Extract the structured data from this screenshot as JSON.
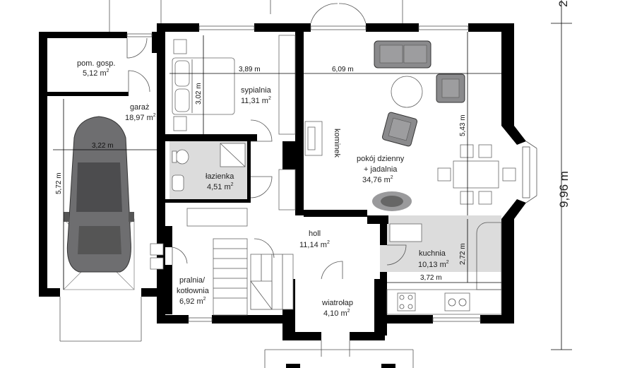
{
  "rooms": {
    "pom_gosp": {
      "name": "pom. gosp.",
      "area_num": "5,12 m",
      "area_sup": "2"
    },
    "garaz": {
      "name": "garaż",
      "area_num": "18,97 m",
      "area_sup": "2"
    },
    "sypialnia": {
      "name": "sypialnia",
      "area_num": "11,31 m",
      "area_sup": "2"
    },
    "lazienka": {
      "name": "łazienka",
      "area_num": "4,51 m",
      "area_sup": "2"
    },
    "pokoj": {
      "name1": "pokój dzienny",
      "name2": "+ jadalnia",
      "area_num": "34,76 m",
      "area_sup": "2"
    },
    "holl": {
      "name": "holl",
      "area_num": "11,14 m",
      "area_sup": "2"
    },
    "kuchnia": {
      "name": "kuchnia",
      "area_num": "10,13 m",
      "area_sup": "2"
    },
    "pralnia": {
      "name1": "pralnia/",
      "name2": "kotłownia",
      "area_num": "6,92 m",
      "area_sup": "2"
    },
    "wiatrolap": {
      "name": "wiatrołap",
      "area_num": "4,10 m",
      "area_sup": "2"
    },
    "kominek": {
      "name": "kominek"
    }
  },
  "dimensions": {
    "d389": "3,89 m",
    "d609": "6,09 m",
    "d302": "3,02 m",
    "d322": "3,22 m",
    "d572": "5,72 m",
    "d543": "5,43 m",
    "d272": "2,72 m",
    "d372": "3,72 m",
    "total_height": "9,96 m",
    "top_right_fragment": "2"
  }
}
